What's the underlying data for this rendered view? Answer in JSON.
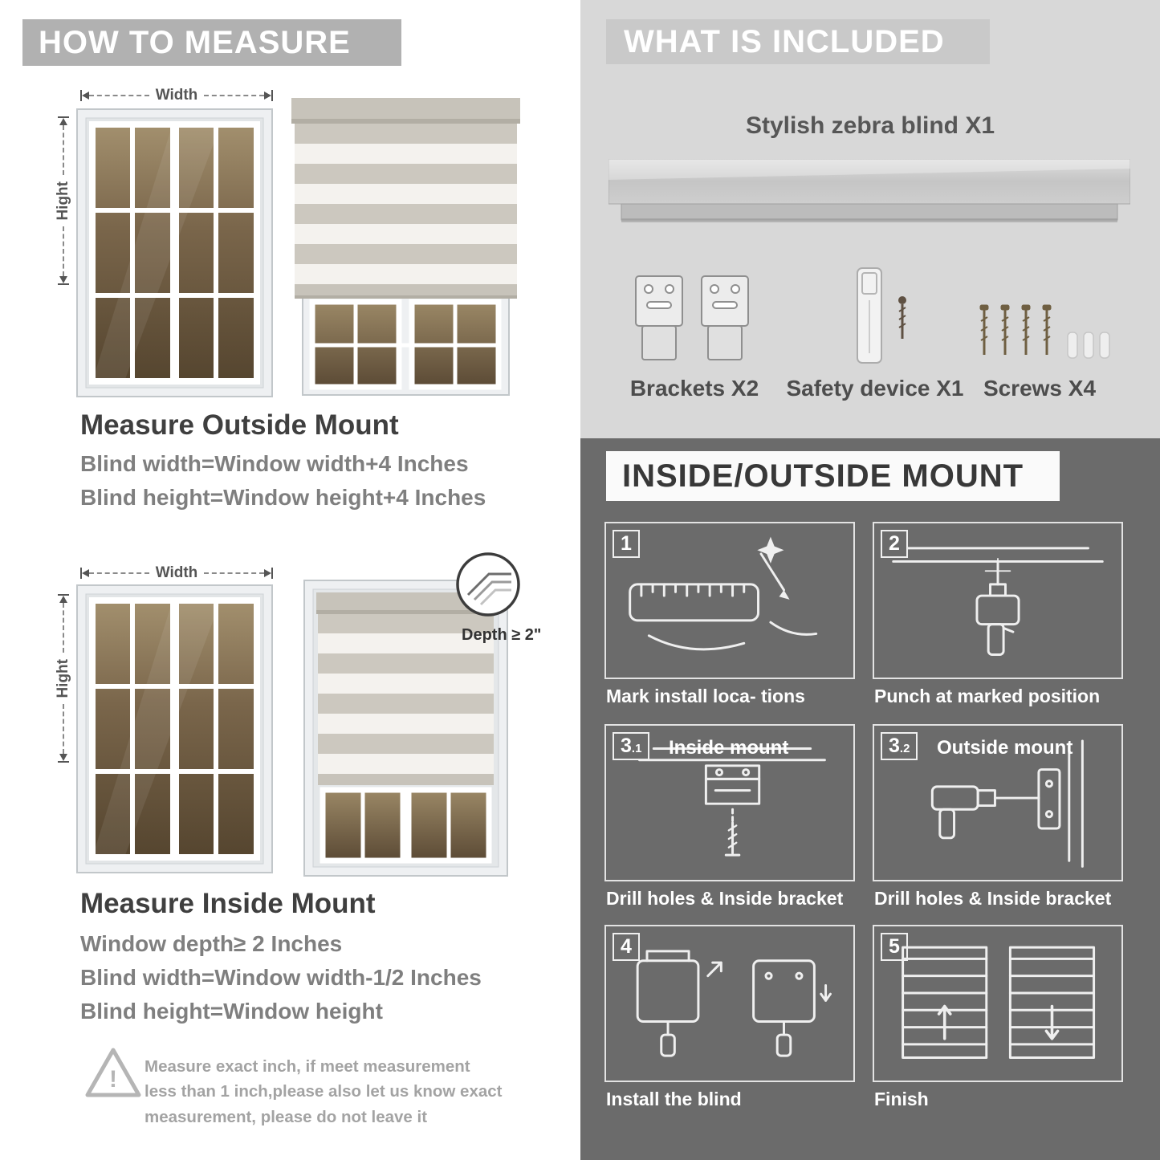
{
  "colors": {
    "left_banner": "#b1b1b1",
    "included_banner": "#c9c9c9",
    "included_bg": "#d8d8d8",
    "mount_bg": "#6b6b6b",
    "mount_banner_bg": "#fafafa",
    "heading_text": "#3f3f3f",
    "spec_text": "#7f7f7f"
  },
  "left": {
    "header": "HOW TO MEASURE",
    "outside": {
      "width_label": "Width",
      "height_label": "Hight",
      "title": "Measure Outside Mount",
      "line1": "Blind width=Window width+4 Inches",
      "line2": "Blind height=Window height+4 Inches"
    },
    "inside": {
      "width_label": "Width",
      "height_label": "Hight",
      "depth_label": "Depth ≥ 2\"",
      "title": "Measure Inside Mount",
      "line1": "Window depth≥ 2 Inches",
      "line2": "Blind width=Window width-1/2 Inches",
      "line3": "Blind height=Window height"
    },
    "warning": {
      "text": "Measure exact inch, if meet measurement less than 1 inch,please also let us know exact measurement, please do not leave it"
    }
  },
  "right": {
    "included": {
      "header": "WHAT IS INCLUDED",
      "blind_label": "Stylish zebra blind X1",
      "items": [
        {
          "label": "Brackets X2"
        },
        {
          "label": "Safety device X1"
        },
        {
          "label": "Screws X4"
        }
      ]
    },
    "mount": {
      "header": "INSIDE/OUTSIDE MOUNT",
      "steps": [
        {
          "num": "1",
          "num_sub": "",
          "title": "",
          "caption": "Mark install loca- tions"
        },
        {
          "num": "2",
          "num_sub": "",
          "title": "",
          "caption": "Punch at  marked position"
        },
        {
          "num": "3",
          "num_sub": ".1",
          "title": "Inside mount",
          "caption": "Drill holes &  Inside bracket"
        },
        {
          "num": "3",
          "num_sub": ".2",
          "title": "Outside mount",
          "caption": "Drill holes &  Inside bracket"
        },
        {
          "num": "4",
          "num_sub": "",
          "title": "",
          "caption": "Install the blind"
        },
        {
          "num": "5",
          "num_sub": "",
          "title": "",
          "caption": "Finish"
        }
      ]
    }
  }
}
